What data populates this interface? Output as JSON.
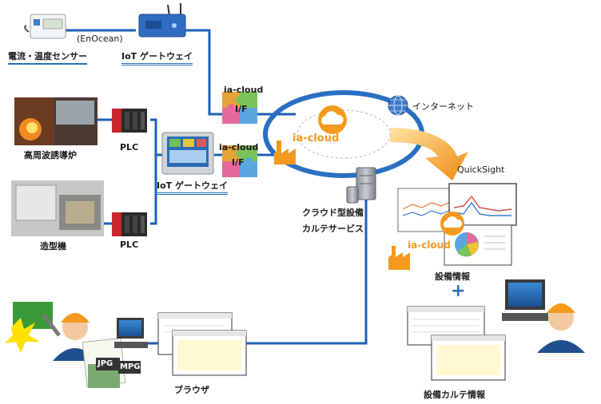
{
  "labels": {
    "enocean": "(EnOcean)",
    "iot_gateway_top": "IoT ゲートウェイ",
    "sensor": "電流・温度センサー",
    "ia_cloud_if_1": "ia-cloud",
    "if_1": "I/F",
    "ia_cloud_if_2": "ia-cloud",
    "if_2": "I/F",
    "internet": "インターネット",
    "cloud_logo": "ia-cloud",
    "quicksight": "QuickSight",
    "furnace": "高周波誘導炉",
    "plc_1": "PLC",
    "iot_gateway_mid": "IoT ゲートウェイ",
    "cloud_service_1": "クラウド型設備",
    "cloud_service_2": "カルテサービス",
    "molding": "造型機",
    "plc_2": "PLC",
    "equipment_info": "設備情報",
    "dashboard_logo": "ia-cloud",
    "plus": "+",
    "browser": "ブラウザ",
    "equipment_karte": "設備カルテ情報",
    "jpg": "JPG",
    "mpg": "MPG"
  },
  "colors": {
    "line": "#1f5fb5",
    "ring": "#2a6fc2",
    "arrow": "#f39a1e",
    "cloud": "#f39a1e"
  }
}
